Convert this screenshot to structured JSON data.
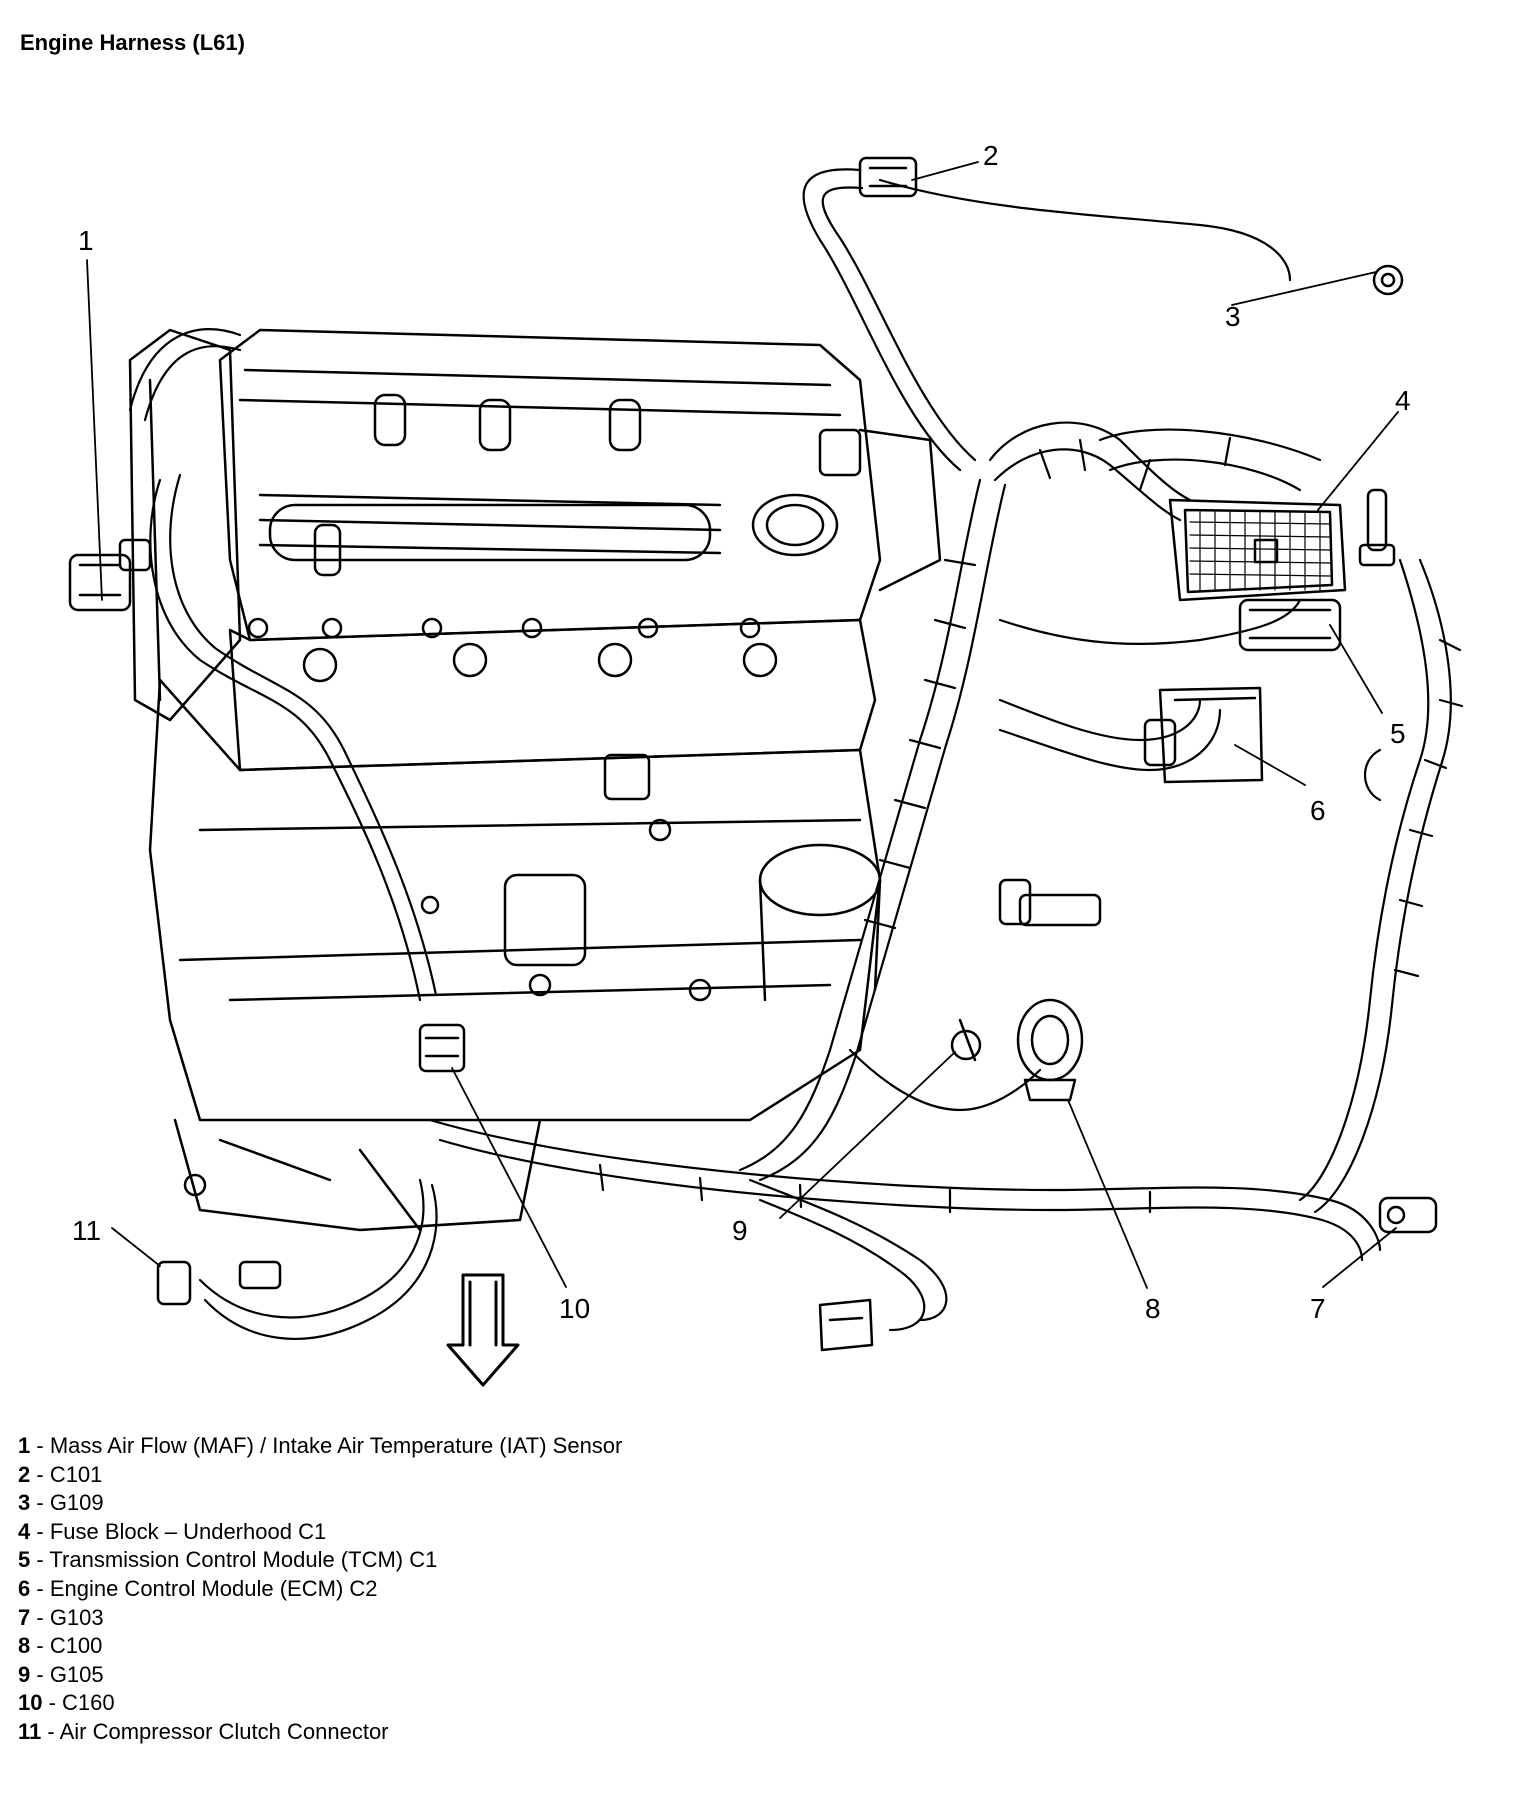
{
  "title": "Engine Harness (L61)",
  "callouts": [
    "1",
    "2",
    "3",
    "4",
    "5",
    "6",
    "7",
    "8",
    "9",
    "10",
    "11"
  ],
  "legend": [
    {
      "num": "1",
      "sep": " - ",
      "text": "Mass Air Flow (MAF) / Intake Air Temperature (IAT) Sensor"
    },
    {
      "num": "2",
      "sep": " - ",
      "text": "C101"
    },
    {
      "num": "3",
      "sep": " - ",
      "text": "G109"
    },
    {
      "num": "4",
      "sep": " - ",
      "text": "Fuse Block – Underhood C1"
    },
    {
      "num": "5",
      "sep": " - ",
      "text": "Transmission Control Module (TCM) C1"
    },
    {
      "num": "6",
      "sep": " - ",
      "text": "Engine Control Module (ECM) C2"
    },
    {
      "num": "7",
      "sep": " - ",
      "text": "G103"
    },
    {
      "num": "8",
      "sep": " - ",
      "text": "C100"
    },
    {
      "num": "9",
      "sep": " - ",
      "text": "G105"
    },
    {
      "num": "10",
      "sep": " - ",
      "text": "C160"
    },
    {
      "num": "11",
      "sep": " - ",
      "text": "Air Compressor Clutch Connector"
    }
  ]
}
